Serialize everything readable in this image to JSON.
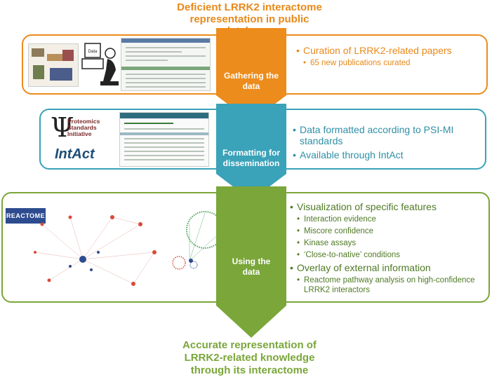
{
  "header": {
    "title_line1": "Deficient LRRK2 interactome",
    "title_line2": "representation in public",
    "title_line3": "databases"
  },
  "stages": [
    {
      "label_line1": "Gathering the",
      "label_line2": "data",
      "color": "#ec8c1c",
      "points": [
        {
          "text": "Curation of LRRK2-related papers",
          "level": 1
        },
        {
          "text": "65 new publications curated",
          "level": 2
        }
      ]
    },
    {
      "label_line1": "Formatting for",
      "label_line2": "dissemination",
      "color": "#3aa2b9",
      "points": [
        {
          "text": "Data formatted according to PSI-MI standards",
          "level": 1
        },
        {
          "text": "Available through IntAct",
          "level": 1
        }
      ]
    },
    {
      "label_line1": "Using the",
      "label_line2": "data",
      "color": "#7aa63a",
      "points": [
        {
          "text": "Visualization of specific features",
          "level": 1
        },
        {
          "text": "Interaction evidence",
          "level": 2
        },
        {
          "text": "Miscore confidence",
          "level": 2
        },
        {
          "text": "Kinase assays",
          "level": 2
        },
        {
          "text": "‘Close-to-native’ conditions",
          "level": 2
        },
        {
          "text": "Overlay of external information",
          "level": 1
        },
        {
          "text": "Reactome pathway analysis on high-confidence LRRK2 interactors",
          "level": 2
        }
      ]
    }
  ],
  "logos": {
    "psi_symbol": "Ψ",
    "psi_line1": "Proteomics",
    "psi_line2": "Standards",
    "psi_line3": "Initiative",
    "intact": "IntAct",
    "reactome": "REACTOME",
    "screen_label": "Data"
  },
  "footer": {
    "line1": "Accurate representation of",
    "line2": "LRRK2-related knowledge",
    "line3": "through its interactome"
  }
}
